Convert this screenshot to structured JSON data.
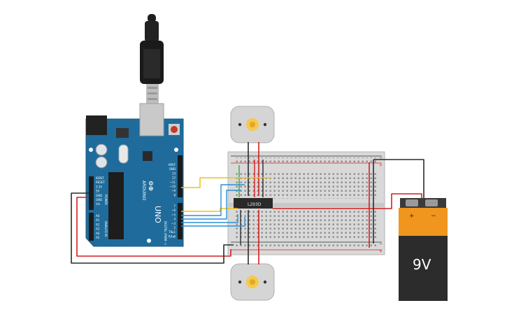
{
  "arduino": {
    "brand": "ARDUINO",
    "model": "UNO",
    "header_labels": [
      "AREF",
      "GND",
      "13",
      "12",
      "~11",
      "~10",
      "~9",
      "8"
    ],
    "digital_label": "DIGITAL (PWM ~)",
    "digital_labels": [
      "7",
      "~6",
      "~5",
      "4",
      "~3",
      "2",
      "TX▸1",
      "RX◂0"
    ],
    "power_label": "POWER",
    "power_labels": [
      "IOREF",
      "RESET",
      "3.3V",
      "5V",
      "GND",
      "GND",
      "Vin"
    ],
    "analog_label": "ANALOG IN",
    "analog_labels": [
      "A0",
      "A1",
      "A2",
      "A3",
      "A4",
      "A5"
    ]
  },
  "chip": {
    "label": "L293D"
  },
  "battery": {
    "label": "9V",
    "plus": "+",
    "minus": "−"
  },
  "breadboard": {
    "rail_plus": "+",
    "rail_minus": "−"
  },
  "colors": {
    "board": "#1f6c9c",
    "wire_red": "#d21f1f",
    "wire_black": "#2b2b2b",
    "wire_yellow": "#f2c40f",
    "wire_blue": "#2b8fd6",
    "wire_green": "#3aa935",
    "battery_body": "#2c2c2c",
    "battery_label": "#f0951e"
  }
}
